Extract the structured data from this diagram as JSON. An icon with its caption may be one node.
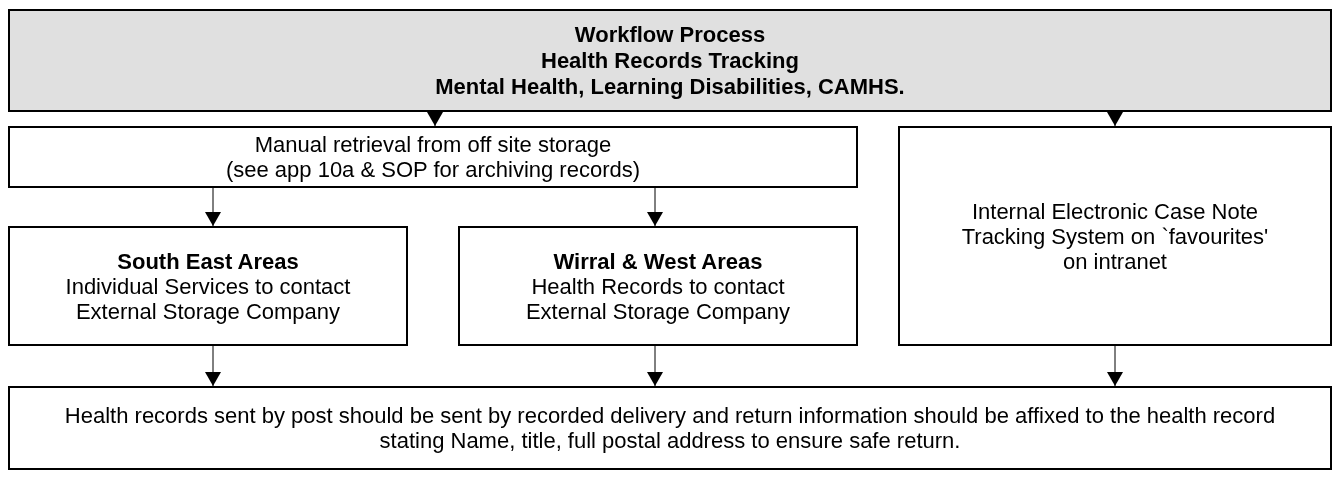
{
  "diagram": {
    "nodes": [
      {
        "text": [
          "Workflow Process",
          "Health Records Tracking",
          "Mental Health, Learning Disabilities, CAMHS."
        ]
      },
      {
        "text": [
          "Manual retrieval from off site storage",
          "(see app 10a & SOP for archiving records)"
        ]
      },
      {
        "text": [
          "Internal Electronic Case Note Tracking System on `favourites' on intranet"
        ]
      },
      {
        "text": [
          "South East Areas",
          "Individual Services to contact External Storage Company"
        ]
      },
      {
        "text": [
          "Wirral & West Areas",
          "Health Records to contact External Storage Company"
        ]
      },
      {
        "text": [
          "Health records sent by post should be sent by recorded delivery and return information should be affixed to the health record stating Name, title, full postal address to ensure safe return."
        ]
      }
    ],
    "edges": [
      {
        "from": 0,
        "to": 1,
        "arrow": "to"
      },
      {
        "from": 0,
        "to": 2,
        "arrow": "to"
      },
      {
        "from": 1,
        "to": 3,
        "arrow": "to"
      },
      {
        "from": 1,
        "to": 4,
        "arrow": "to"
      },
      {
        "from": 3,
        "to": 5,
        "arrow": "to"
      },
      {
        "from": 4,
        "to": 5,
        "arrow": "to"
      },
      {
        "from": 2,
        "to": 5,
        "arrow": "to"
      }
    ]
  }
}
